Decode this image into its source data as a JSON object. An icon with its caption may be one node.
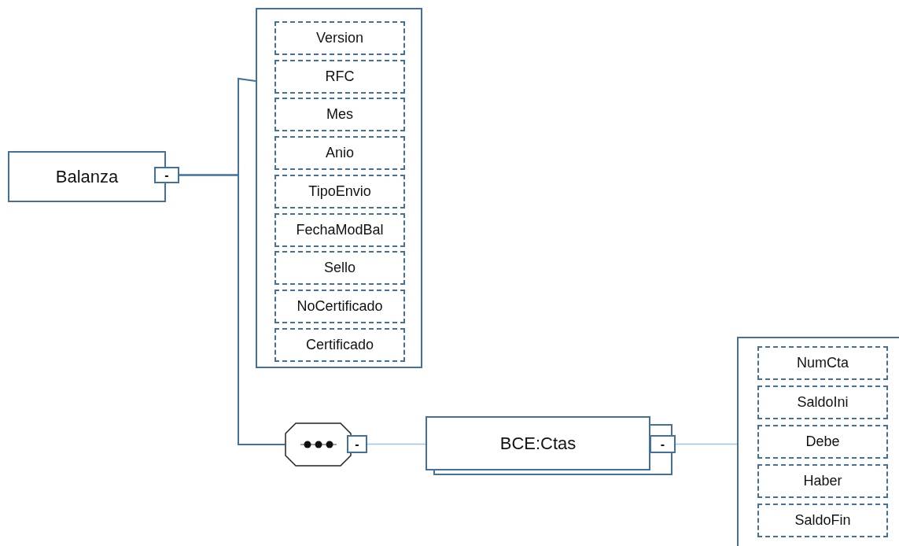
{
  "diagram": {
    "nodes": [
      {
        "text": [
          "Balanza"
        ]
      },
      {
        "text": [
          "-"
        ]
      },
      {
        "text": [],
        "shape": "box"
      },
      {
        "text": [
          "Version"
        ],
        "in": 2
      },
      {
        "text": [
          "RFC"
        ],
        "in": 2
      },
      {
        "text": [
          "Mes"
        ],
        "in": 2
      },
      {
        "text": [
          "Anio"
        ],
        "in": 2
      },
      {
        "text": [
          "TipoEnvio"
        ],
        "in": 2
      },
      {
        "text": [
          "FechaModBal"
        ],
        "in": 2
      },
      {
        "text": [
          "Sello"
        ],
        "in": 2
      },
      {
        "text": [
          "NoCertificado"
        ],
        "in": 2
      },
      {
        "text": [
          "Certificado"
        ],
        "in": 2
      },
      {
        "text": [],
        "shape": "octagon"
      },
      {
        "text": [
          "-"
        ]
      },
      {
        "text": [
          "BCE:Ctas"
        ]
      },
      {
        "text": [
          "-"
        ]
      },
      {
        "text": [],
        "shape": "box"
      },
      {
        "text": [
          "NumCta"
        ],
        "in": 16
      },
      {
        "text": [
          "SaldoIni"
        ],
        "in": 16
      },
      {
        "text": [
          "Debe"
        ],
        "in": 16
      },
      {
        "text": [
          "Haber"
        ],
        "in": 16
      },
      {
        "text": [
          "SaldoFin"
        ],
        "in": 16
      }
    ],
    "edges": [
      {
        "from": 1,
        "to": 2,
        "arrow": "none",
        "color": "#41719c"
      },
      {
        "from": 1,
        "to": 12,
        "arrow": "none",
        "color": "#41719c"
      },
      {
        "from": 13,
        "to": 14,
        "arrow": "none",
        "color": "#9dc3e6"
      },
      {
        "from": 15,
        "to": 16,
        "arrow": "none",
        "color": "#9dc3e6"
      }
    ]
  }
}
